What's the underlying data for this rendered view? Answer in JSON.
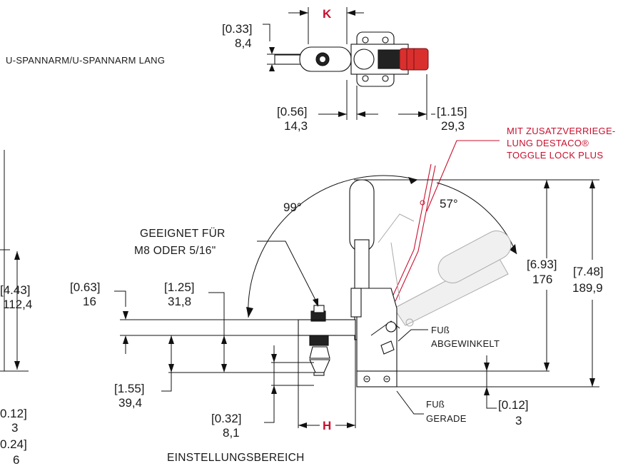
{
  "top_view": {
    "label": "U-SPANNARM/U-SPANNARM LANG",
    "k_label": "K",
    "dim_a_in": "[0.33]",
    "dim_a_mm": "8,4",
    "dim_b_in": "[0.56]",
    "dim_b_mm": "14,3",
    "dim_c_in": "[1.15]",
    "dim_c_mm": "29,3"
  },
  "side_view": {
    "toggle_lock": [
      "MIT ZUSATZVERRIEGE-",
      "LUNG DESTACO®",
      "TOGGLE LOCK PLUS"
    ],
    "angle_99": "99°",
    "angle_57": "57°",
    "geeignet": [
      "GEEIGNET FÜR",
      "M8 ODER 5/16\""
    ],
    "d063_in": "[0.63]",
    "d063_mm": "16",
    "d125_in": "[1.25]",
    "d125_mm": "31,8",
    "d155_in": "[1.55]",
    "d155_mm": "39,4",
    "d032_in": "[0.32]",
    "d032_mm": "8,1",
    "h_label": "H",
    "einstellung": "EINSTELLUNGSBEREICH",
    "fuss_abgewinkelt": [
      "FUß",
      "ABGEWINKELT"
    ],
    "fuss_gerade": [
      "FUß",
      "GERADE"
    ],
    "d012_in": "[0.12]",
    "d012_mm": "3",
    "d693_in": "[6.93]",
    "d693_mm": "176",
    "d748_in": "[7.48]",
    "d748_mm": "189,9"
  },
  "left_partial": {
    "d443_in": "[4.43]",
    "d443_mm": "112,4",
    "d012_in": "0.12]",
    "d012_mm": "3",
    "d024_in": "0.24]",
    "d024_mm": "6"
  },
  "colors": {
    "accent": "#c8102e",
    "line": "#111111",
    "ghost": "#aaaaaa"
  }
}
